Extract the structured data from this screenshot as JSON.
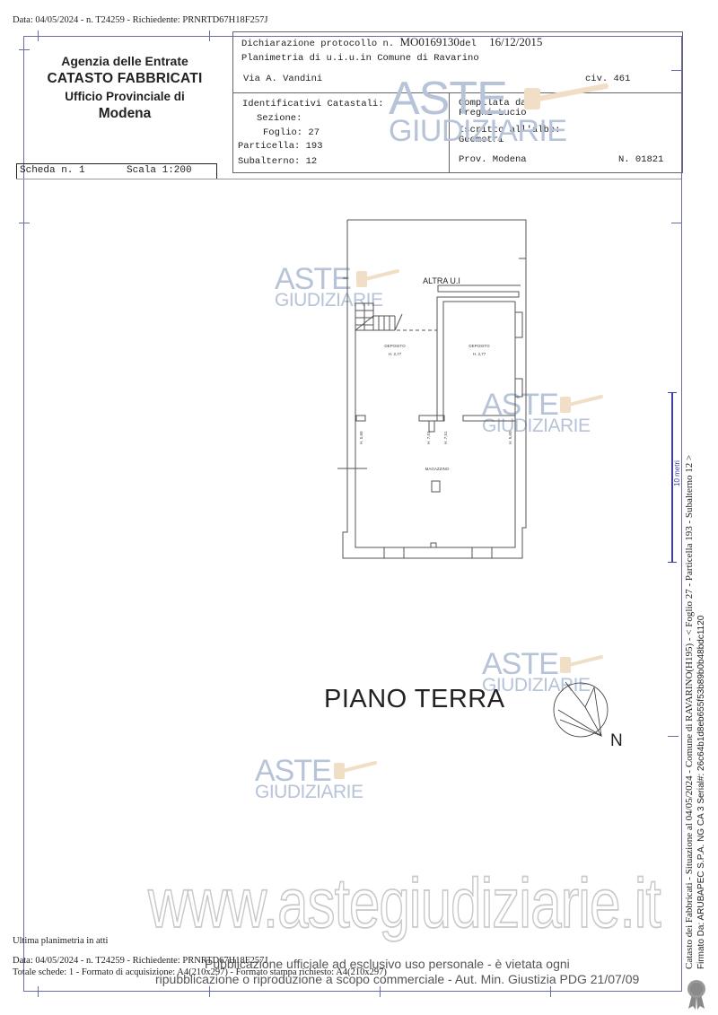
{
  "header": {
    "request_line": "Data: 04/05/2024 - n. T24259 - Richiedente: PRNRTD67H18F257J",
    "agency": {
      "line1": "Agenzia delle Entrate",
      "line2": "CATASTO FABBRICATI",
      "line3": "Ufficio Provinciale di",
      "line4": "Modena"
    },
    "scheda": {
      "label": "Scheda n. 1",
      "scale": "Scala 1:200"
    },
    "dichiarazione": {
      "label": "Dichiarazione protocollo n.",
      "protocol": "MO0169130",
      "del_label": "del",
      "date": "16/12/2015"
    },
    "planimetria": "Planimetria di u.i.u.in Comune di Ravarino",
    "address": "Via A. Vandini",
    "civic": "civ. 461",
    "identificativi": {
      "title": "Identificativi Catastali:",
      "sezione": "Sezione:",
      "foglio": "Foglio: 27",
      "particella": "Particella: 193",
      "subalterno": "Subalterno: 12"
    },
    "compilata": {
      "label": "Compilata da:",
      "name": "Fregni Lucio",
      "albo_label": "Iscritto all'albo:",
      "albo": "Geometri",
      "prov": "Prov. Modena",
      "number": "N. 01821"
    }
  },
  "plan": {
    "floor_title": "PIANO TERRA",
    "north": "N",
    "rooms": [
      {
        "name": "ALTRA U.I",
        "height": ""
      },
      {
        "name": "DEPOSITO",
        "height": "H. 2,77"
      },
      {
        "name": "DEPOSITO",
        "height": "H. 2,77"
      },
      {
        "name": "MAGAZZINO",
        "height": ""
      }
    ],
    "heights": [
      "H. 5,60",
      "H. 7,51",
      "H. 7,51",
      "H. 5,60"
    ]
  },
  "watermarks": {
    "aste": "ASTE",
    "giudiziarie": "GIUDIZIARIE",
    "site": "www.astegiudiziarie.it",
    "publication_1": "Pubblicazione ufficiale ad esclusivo uso personale - è vietata ogni",
    "publication_2": "ripubblicazione o riproduzione a scopo commerciale - Aut. Min. Giustizia PDG 21/07/09"
  },
  "footer": {
    "ultima": "Ultima planimetria in atti",
    "request_line": "Data: 04/05/2024 - n. T24259 - Richiedente: PRNRTD67H18F257J",
    "totale": "Totale schede: 1 - Formato di acquisizione: A4(210x297)  - Formato stampa richiesto: A4(210x297)"
  },
  "side": {
    "catasto_line": "Catasto dei Fabbricati - Situazione al 04/05/2024 - Comune di RAVARINO(H195) - < Foglio 27 - Particella 193 - Subalterno 12 >",
    "firma_line": "Firmato Da: ARUBAPEC S.P.A. NG CA 3 Serial#: 26c64b1d8eb655f53b89b0b48bdc1120",
    "scale_label": "10 metri"
  }
}
